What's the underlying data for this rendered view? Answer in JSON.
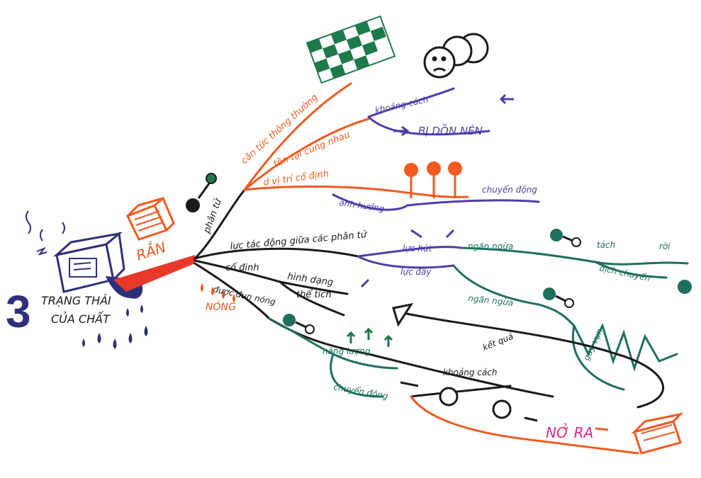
{
  "colors": {
    "ink": "#1a1a1a",
    "red": "#e8382a",
    "orange": "#f25a1f",
    "navy": "#2e2f7a",
    "purple": "#4a3fa8",
    "teal": "#1f6f5f",
    "green": "#1e7a4a",
    "magenta": "#e0248a"
  },
  "title": {
    "number": "3",
    "line1": "TRẠNG THÁI",
    "line2": "CỦA CHẤT"
  },
  "center_label": "RẮN",
  "branches": {
    "phan_tu": "phân tử",
    "can_tuc": "cân tức thông thường",
    "ton_tai": "tồn tại cùng nhau",
    "vi_tri": "ở vị trí cố định",
    "luc_tac_dong": "lực tác động giữa các phân tử",
    "co_dinh": "cố định",
    "hinh_dang": "hình dạng",
    "the_tich": "thể tích",
    "duoc_dun_nong": "được đun nóng",
    "khoang_cach_top": "khoảng cách",
    "bi_don_nen": "BỊ DỒN NÉN",
    "anh_huong": "ảnh hưởng",
    "chuyen_dong_top": "chuyển động",
    "luc_hut": "lực hút",
    "ngan_ngua_1": "ngăn ngừa",
    "tach": "tách",
    "roi": "rời",
    "dich_chuyen": "dịch chuyển",
    "luc_day": "lực đẩy",
    "ngan_ngua_2": "ngăn ngừa",
    "gay_vun": "gãy vụn",
    "ket_qua": "kết quả",
    "nang_luong": "năng lượng",
    "chuyen_dong_bottom": "chuyển động",
    "khoang_cach_bottom": "khoảng cách",
    "no_ra": "NỞ RA",
    "drip_label": "NÓNG"
  }
}
